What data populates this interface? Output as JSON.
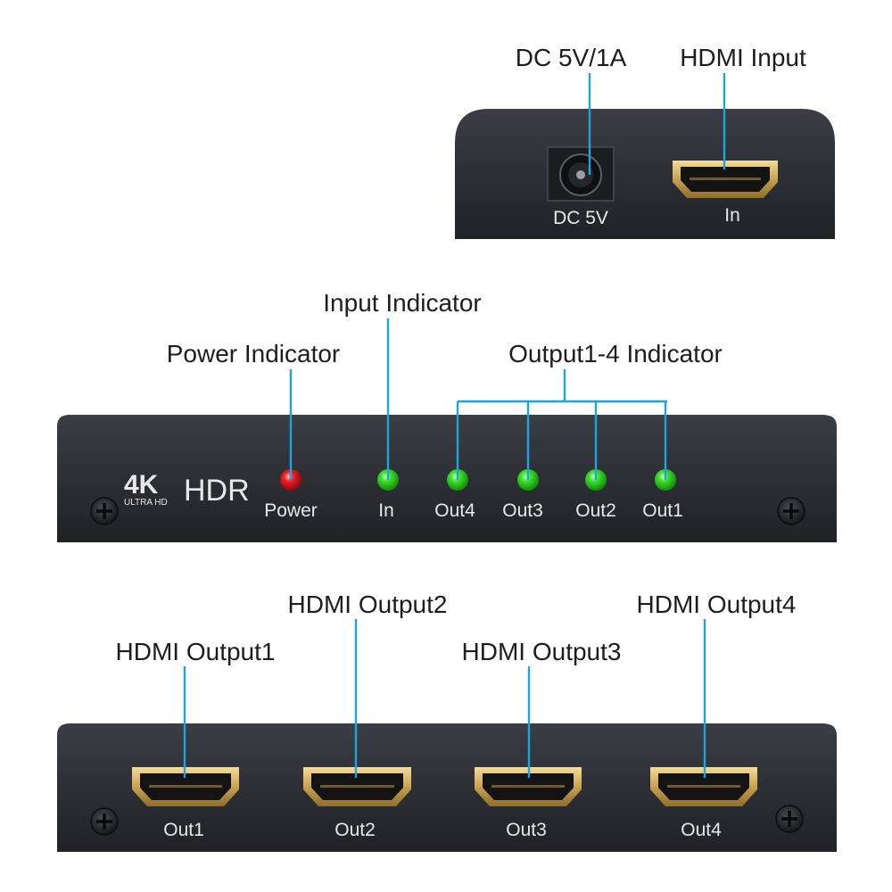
{
  "top_panel": {
    "callout_dc": "DC 5V/1A",
    "callout_hdmi_input": "HDMI Input",
    "label_dc": "DC 5V",
    "label_in": "In"
  },
  "front_panel": {
    "callout_input": "Input Indicator",
    "callout_power": "Power Indicator",
    "callout_outputs": "Output1-4 Indicator",
    "logo_4k": "4K",
    "logo_ultra_hd": "ULTRA HD",
    "logo_hdr": "HDR",
    "led_labels": {
      "power": "Power",
      "in": "In",
      "out4": "Out4",
      "out3": "Out3",
      "out2": "Out2",
      "out1": "Out1"
    },
    "led_colors": {
      "power": "#e8141c",
      "signal": "#2bd11f"
    }
  },
  "bottom_panel": {
    "callouts": {
      "out1": "HDMI Output1",
      "out2": "HDMI Output2",
      "out3": "HDMI Output3",
      "out4": "HDMI Output4"
    },
    "port_labels": {
      "out1": "Out1",
      "out2": "Out2",
      "out3": "Out3",
      "out4": "Out4"
    }
  },
  "colors": {
    "leader": "#1fa3de",
    "panel": "#2d3035",
    "port_gold": "#d9b562"
  }
}
